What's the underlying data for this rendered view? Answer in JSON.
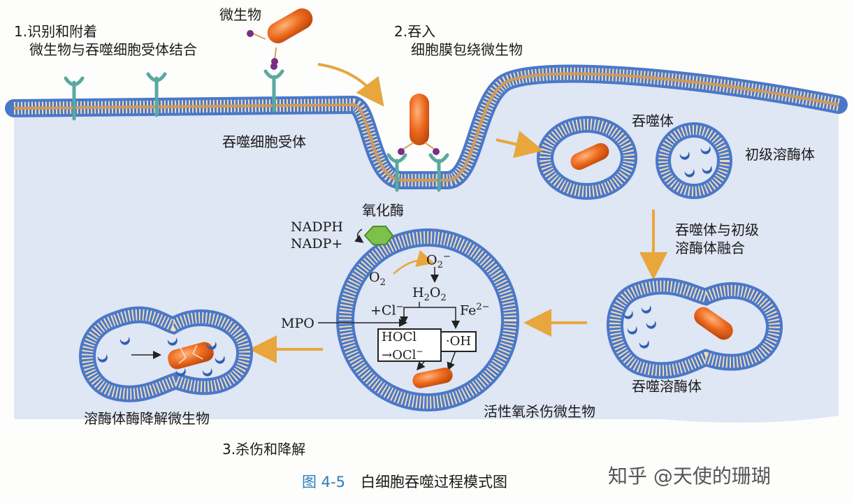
{
  "step1": {
    "title": "1.识别和附着",
    "desc": "微生物与吞噬细胞受体结合"
  },
  "step2": {
    "title": "2.吞入",
    "desc": "细胞膜包绕微生物"
  },
  "step3": {
    "title": "3.杀伤和降解"
  },
  "labels": {
    "microbe": "微生物",
    "receptor": "吞噬细胞受体",
    "phagosome": "吞噬体",
    "primary_lysosome": "初级溶酶体",
    "fusion_line1": "吞噬体与初级",
    "fusion_line2": "溶酶体融合",
    "phagolysosome": "吞噬溶酶体",
    "oxidase": "氧化酶",
    "ros_kill": "活性氧杀伤微生物",
    "degrade": "溶酶体酶降解微生物"
  },
  "chem": {
    "nadph": "NADPH",
    "nadp": "NADP+",
    "o2": "O",
    "o2_sub": "2",
    "o2minus": "O",
    "o2minus_sub": "2",
    "o2minus_sup": "−",
    "h2o2_a": "H",
    "h2o2_b": "O",
    "two": "2",
    "cl": "+Cl",
    "cl_sup": "−",
    "fe": "Fe",
    "fe_sup": "2−",
    "mpo": "MPO",
    "hocl": "HOCl",
    "ocl": "→OCl",
    "ocl_sup": "−",
    "oh": "·OH"
  },
  "caption": {
    "number": "图 4-5",
    "text": "白细胞吞噬过程模式图"
  },
  "watermark": "知乎 @天使的珊瑚",
  "colors": {
    "cytoplasm": "#dfe6f4",
    "membrane_head": "#4a78c9",
    "membrane_tail": "#d8a25c",
    "microbe": "#e8621a",
    "arrow": "#e8a63c",
    "receptor": "#5aa9a0",
    "enzyme": "#7cc24a",
    "ligand": "#7a2d86"
  }
}
